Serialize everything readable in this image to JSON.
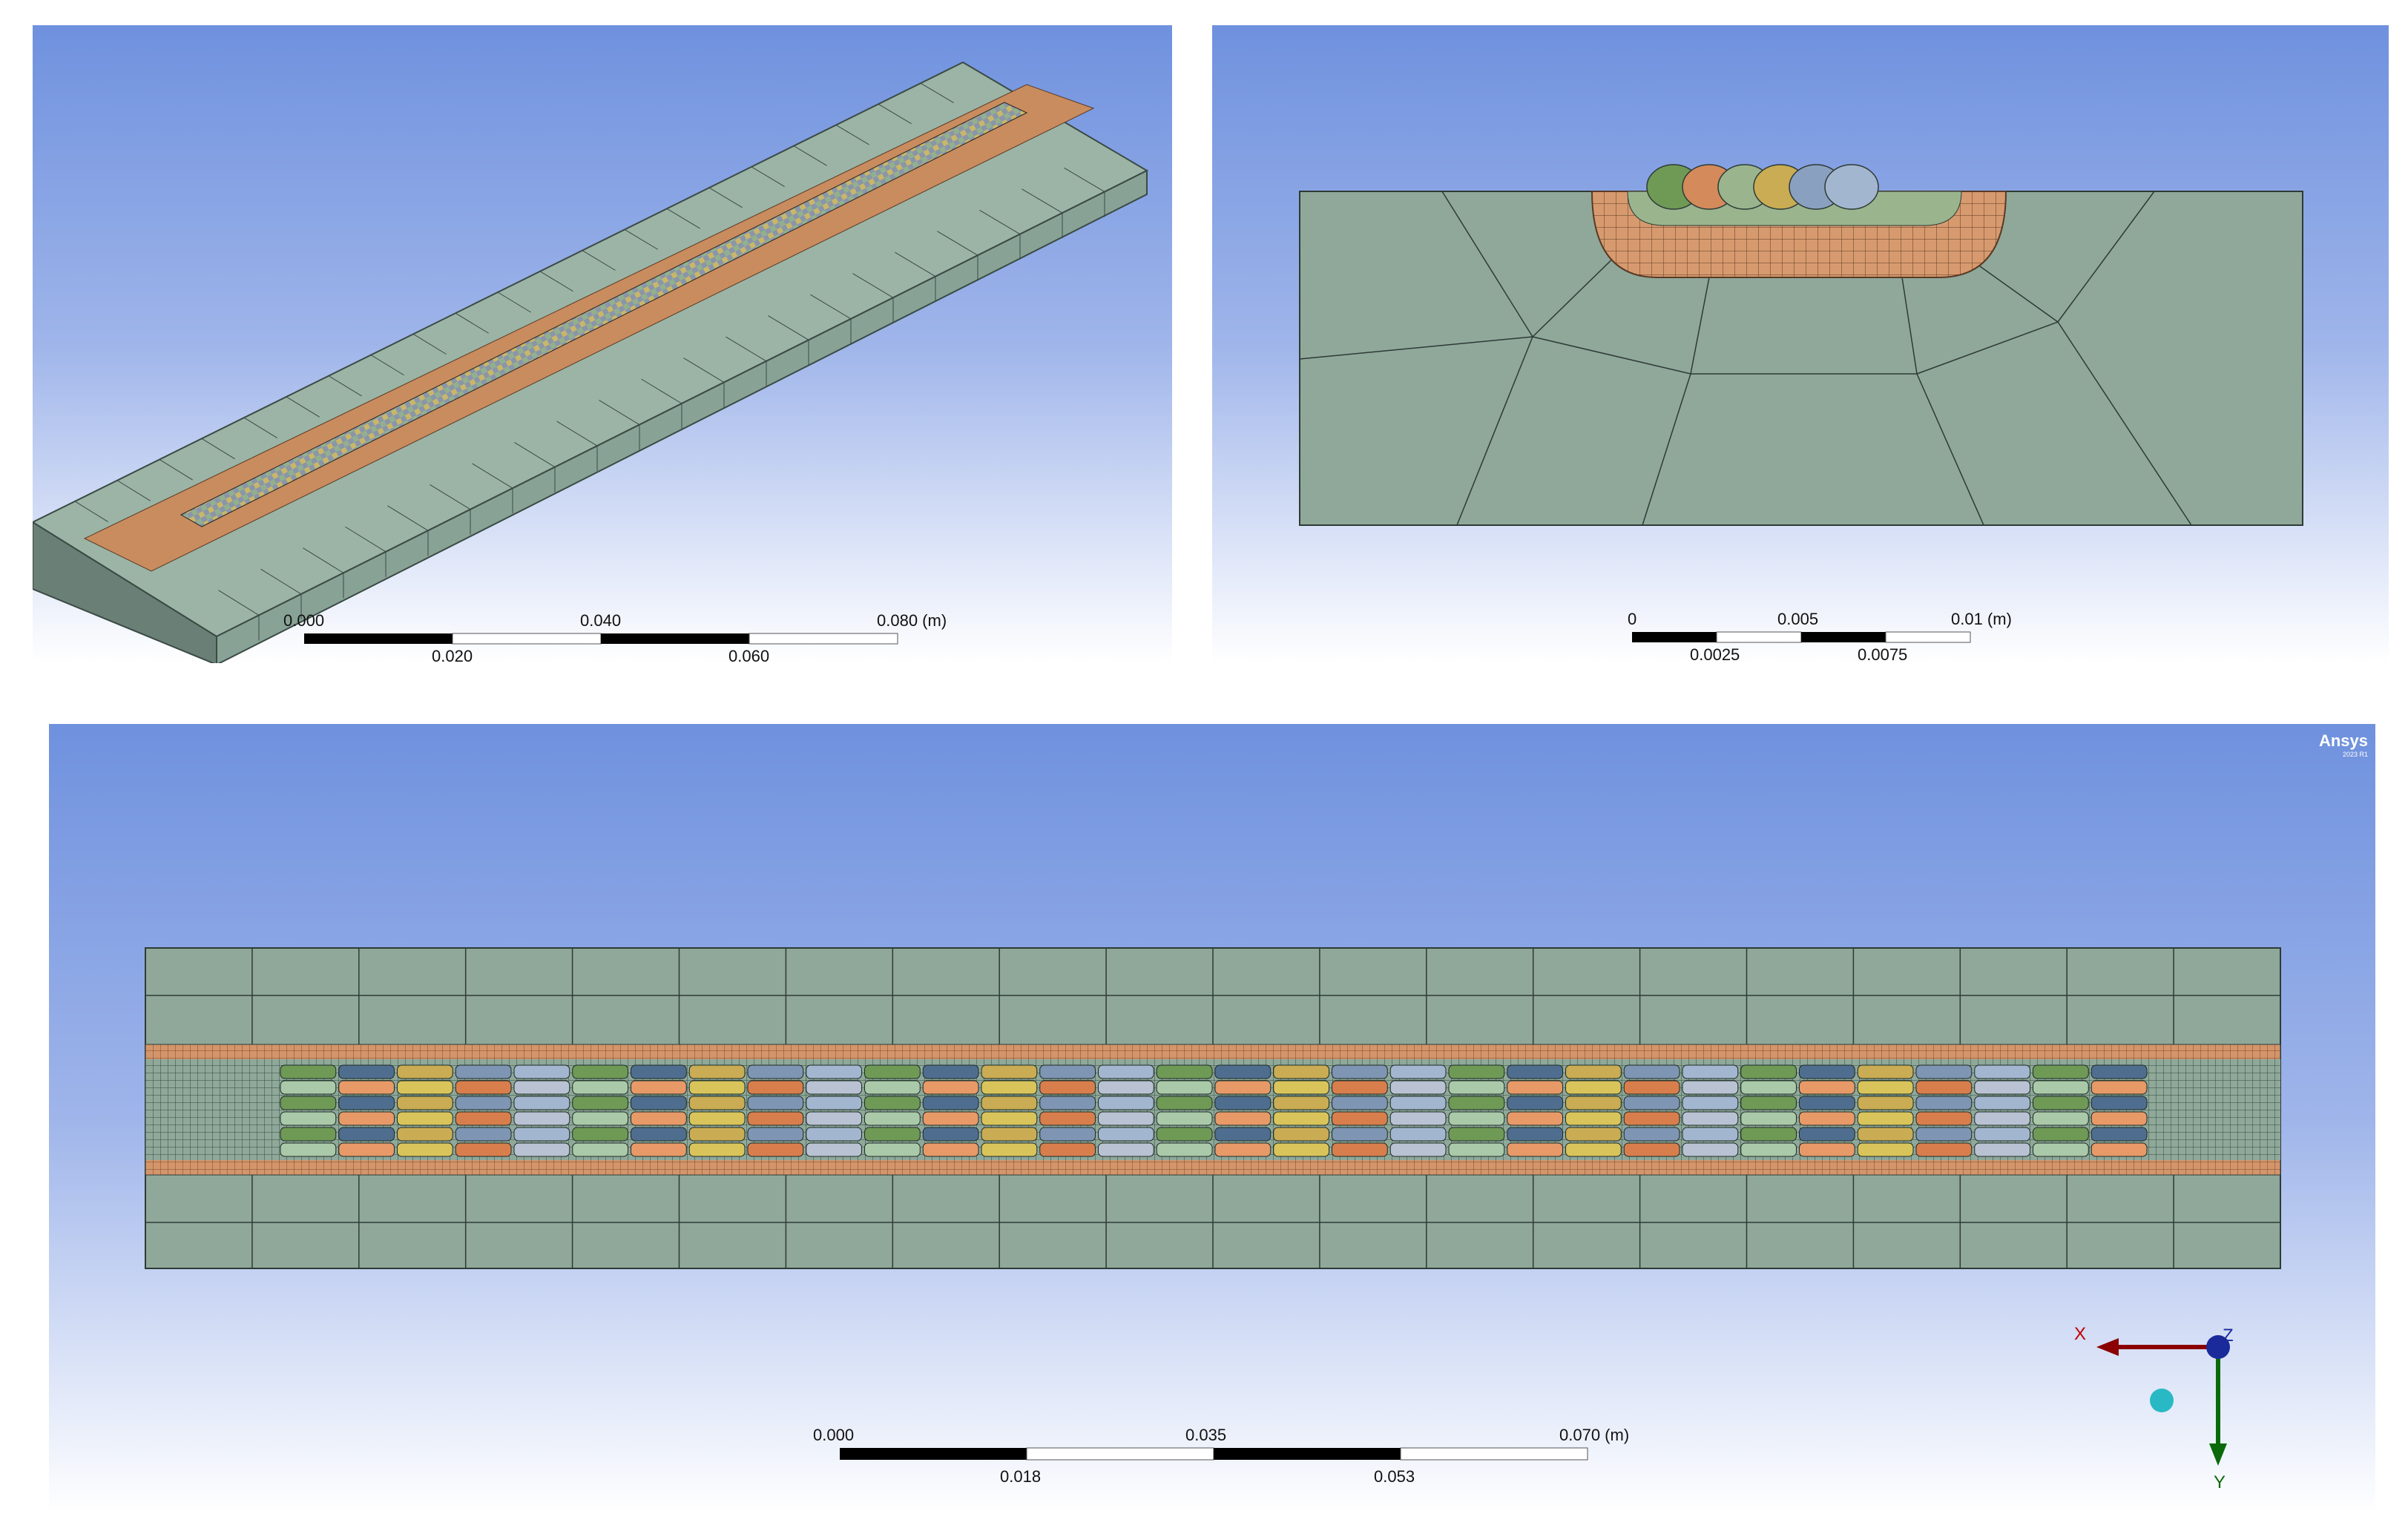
{
  "viewports": {
    "isometric": {
      "scale_bar": {
        "top_labels": [
          "0.000",
          "0.040",
          "0.080 (m)"
        ],
        "bottom_labels": [
          "0.020",
          "0.060"
        ]
      }
    },
    "front": {
      "scale_bar": {
        "top_labels": [
          "0",
          "0.005",
          "0.01 (m)"
        ],
        "bottom_labels": [
          "0.0025",
          "0.0075"
        ]
      }
    },
    "top": {
      "scale_bar": {
        "top_labels": [
          "0.000",
          "0.035",
          "0.070 (m)"
        ],
        "bottom_labels": [
          "0.018",
          "0.053"
        ]
      },
      "brand": {
        "name": "Ansys",
        "version": "2023 R1"
      },
      "triad": {
        "x_label": "X",
        "y_label": "Y",
        "z_label": "Z"
      }
    }
  },
  "colors": {
    "block": "#8fa89a",
    "substrate_layer": "#d4956a",
    "track_palette": [
      "#6f9a56",
      "#d8c45a",
      "#a3b6cf",
      "#e79968",
      "#7e95b3",
      "#aac9a8",
      "#c9ac53",
      "#b9c2d2",
      "#4f6e8f",
      "#d87e4c"
    ]
  }
}
